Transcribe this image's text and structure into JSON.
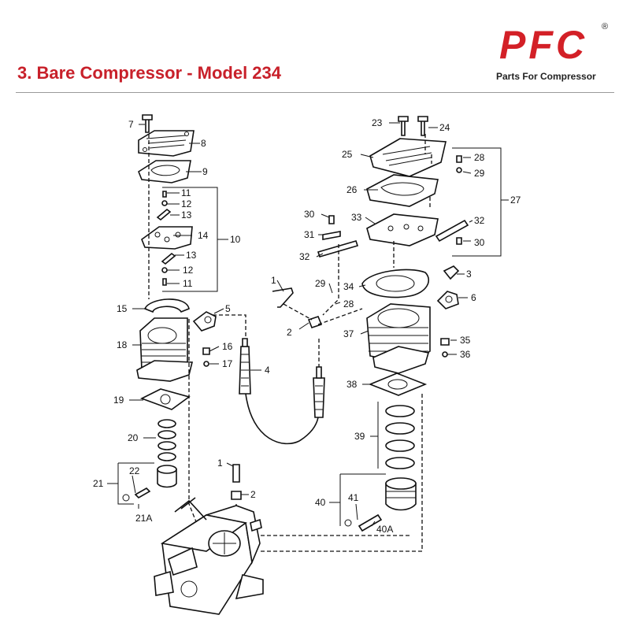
{
  "header": {
    "title": "3. Bare Compressor - Model 234"
  },
  "logo": {
    "text": "PFC",
    "registered": "®",
    "tagline": "Parts For Compressor",
    "brand_color": "#d32027"
  },
  "colors": {
    "title": "#c8202a",
    "rule": "#9a9a9a"
  },
  "callouts": {
    "left": [
      "7",
      "8",
      "9",
      "11",
      "12",
      "13",
      "14",
      "10",
      "13",
      "12",
      "11",
      "15",
      "5",
      "18",
      "16",
      "17",
      "4",
      "19",
      "20",
      "21",
      "22",
      "21A",
      "1",
      "2"
    ],
    "right": [
      "23",
      "24",
      "25",
      "28",
      "29",
      "27",
      "26",
      "30",
      "33",
      "31",
      "32",
      "32",
      "30",
      "1",
      "29",
      "3",
      "34",
      "28",
      "6",
      "2",
      "37",
      "35",
      "36",
      "38",
      "39",
      "40",
      "41",
      "40A"
    ]
  }
}
